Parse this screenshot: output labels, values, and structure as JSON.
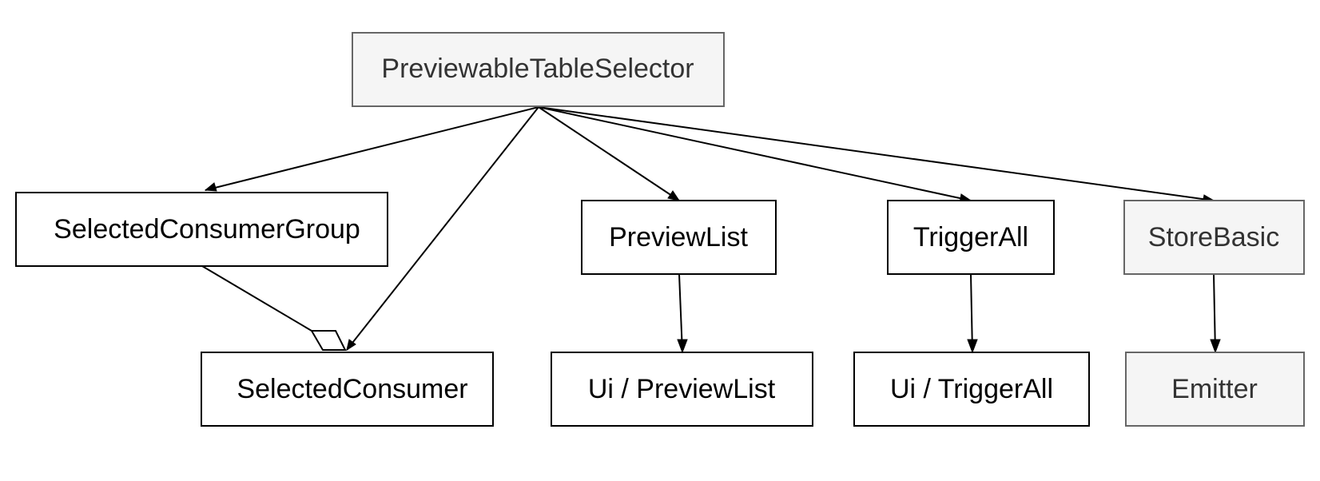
{
  "nodes": {
    "previewable_table_selector": {
      "label": "PreviewableTableSelector"
    },
    "selected_consumer_group": {
      "label": "SelectedConsumerGroup"
    },
    "selected_consumer": {
      "label": "SelectedConsumer"
    },
    "preview_list": {
      "label": "PreviewList"
    },
    "ui_preview_list": {
      "label": "Ui / PreviewList"
    },
    "trigger_all": {
      "label": "TriggerAll"
    },
    "ui_trigger_all": {
      "label": "Ui / TriggerAll"
    },
    "store_basic": {
      "label": "StoreBasic"
    },
    "emitter": {
      "label": "Emitter"
    }
  },
  "edges": [
    {
      "from": "previewable_table_selector",
      "to": "selected_consumer_group",
      "kind": "arrow"
    },
    {
      "from": "previewable_table_selector",
      "to": "selected_consumer",
      "kind": "arrow"
    },
    {
      "from": "previewable_table_selector",
      "to": "preview_list",
      "kind": "arrow"
    },
    {
      "from": "previewable_table_selector",
      "to": "trigger_all",
      "kind": "arrow"
    },
    {
      "from": "previewable_table_selector",
      "to": "store_basic",
      "kind": "arrow"
    },
    {
      "from": "selected_consumer_group",
      "to": "selected_consumer",
      "kind": "aggregation"
    },
    {
      "from": "preview_list",
      "to": "ui_preview_list",
      "kind": "arrow"
    },
    {
      "from": "trigger_all",
      "to": "ui_trigger_all",
      "kind": "arrow"
    },
    {
      "from": "store_basic",
      "to": "emitter",
      "kind": "arrow"
    }
  ],
  "colors": {
    "box_border_dark": "#000000",
    "box_border_gray": "#666666",
    "box_fill_white": "#ffffff",
    "box_fill_gray": "#f5f5f5",
    "edge": "#000000"
  }
}
